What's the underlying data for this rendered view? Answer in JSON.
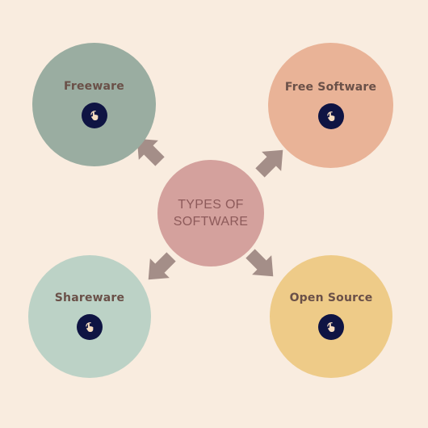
{
  "center": {
    "line1": "TYPES OF",
    "line2": "SOFTWARE",
    "color": "#d4a19d"
  },
  "nodes": [
    {
      "id": "freeware",
      "label": "Freeware",
      "color": "#9aada1"
    },
    {
      "id": "freesoft",
      "label": "Free Software",
      "color": "#e9b397"
    },
    {
      "id": "shareware",
      "label": "Shareware",
      "color": "#bcd2c6"
    },
    {
      "id": "opensource",
      "label": "Open Source",
      "color": "#eecb88"
    }
  ],
  "colors": {
    "background": "#f9ecdf",
    "arrow": "#a48e88",
    "button": "#0f1443",
    "label": "#6a5048"
  },
  "icons": {
    "node_button": "tap-hand-icon",
    "connector": "arrow-icon"
  }
}
